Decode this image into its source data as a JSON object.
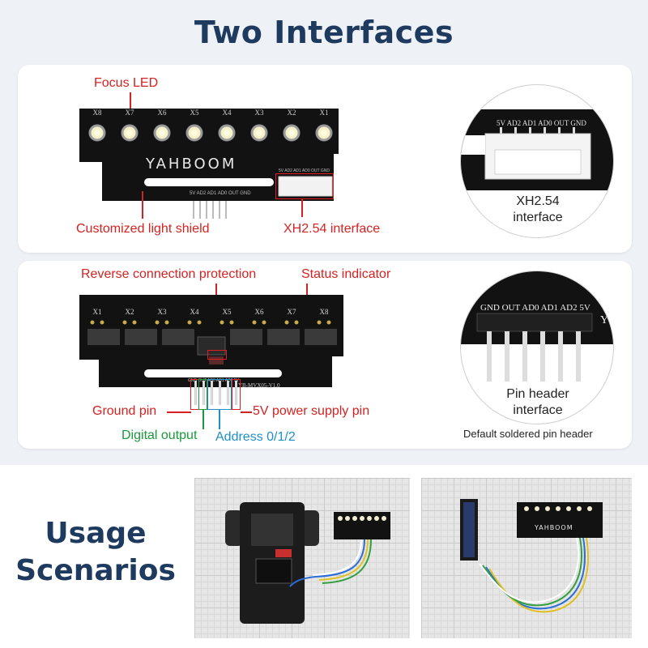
{
  "title": "Two Interfaces",
  "panel1": {
    "labels": {
      "focus_led": "Focus LED",
      "light_shield": "Customized light shield",
      "xh_interface": "XH2.54 interface"
    },
    "board": {
      "brand": "YAHBOOM",
      "channels": [
        "X8",
        "X7",
        "X6",
        "X5",
        "X4",
        "X3",
        "X2",
        "X1"
      ],
      "pin_labels": "5V AD2 AD1 AD0 OUT GND",
      "right_pin_labels": "5V AD2 AD1 AD0 OUT GND"
    },
    "zoom": {
      "pin_labels": "5V AD2 AD1 AD0 OUT GND",
      "caption_line1": "XH2.54",
      "caption_line2": "interface"
    }
  },
  "panel2": {
    "labels": {
      "reverse_protection": "Reverse connection protection",
      "status_indicator": "Status indicator",
      "ground_pin": "Ground pin",
      "power_pin": "5V power supply pin",
      "digital_output": "Digital output",
      "address": "Address 0/1/2"
    },
    "board": {
      "channels": [
        "X1",
        "X2",
        "X3",
        "X4",
        "X5",
        "X6",
        "X7",
        "X8"
      ],
      "model": "YB-MVX05-V1.0",
      "header_labels": "GND OUT AD0 AD1 AD2 5V"
    },
    "zoom": {
      "pin_labels": "GND OUT AD0 AD1 AD2 5V",
      "corner_letter": "Y",
      "caption_line1": "Pin header",
      "caption_line2": "interface",
      "note": "Default soldered pin header"
    }
  },
  "usage": {
    "line1": "Usage",
    "line2": "Scenarios"
  },
  "photo2": {
    "brand": "YAHBOOM"
  },
  "colors": {
    "title": "#1f3a5f",
    "red_label": "#d42222",
    "green_label": "#1a9a3a",
    "blue_label": "#1e8fc7",
    "board": "#121212"
  }
}
